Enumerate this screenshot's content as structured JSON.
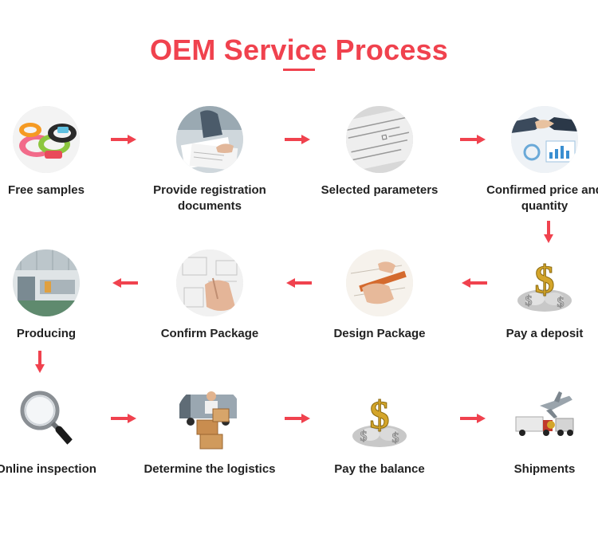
{
  "title": "OEM Service Process",
  "accent_color": "#f0424e",
  "steps": [
    {
      "label": "Free samples",
      "icon": "wristband-icon"
    },
    {
      "label": "Provide registration documents",
      "icon": "documents-icon"
    },
    {
      "label": "Selected parameters",
      "icon": "form-icon"
    },
    {
      "label": "Confirmed price and quantity",
      "icon": "handshake-icon"
    },
    {
      "label": "Pay a deposit",
      "icon": "dollar-icon"
    },
    {
      "label": "Design Package",
      "icon": "drafting-icon"
    },
    {
      "label": "Confirm Package",
      "icon": "sketch-icon"
    },
    {
      "label": "Producing",
      "icon": "factory-icon"
    },
    {
      "label": "Online inspection",
      "icon": "magnifier-icon"
    },
    {
      "label": "Determine the logistics",
      "icon": "delivery-icon"
    },
    {
      "label": "Pay the balance",
      "icon": "dollar-icon"
    },
    {
      "label": "Shipments",
      "icon": "airplane-truck-icon"
    }
  ]
}
